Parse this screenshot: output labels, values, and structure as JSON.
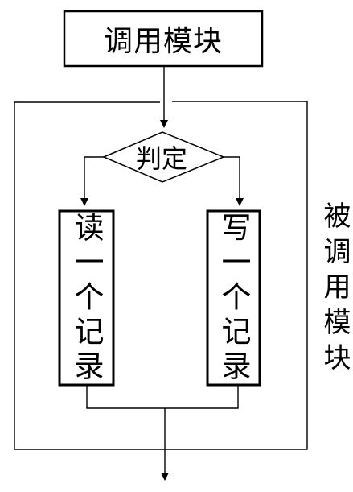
{
  "diagram": {
    "top_module": "调用模块",
    "decision": "判定",
    "left_process": "读一个记录",
    "right_process": "写一个记录",
    "called_module": "被调用模块"
  },
  "colors": {
    "stroke": "#000000",
    "background": "#ffffff"
  }
}
